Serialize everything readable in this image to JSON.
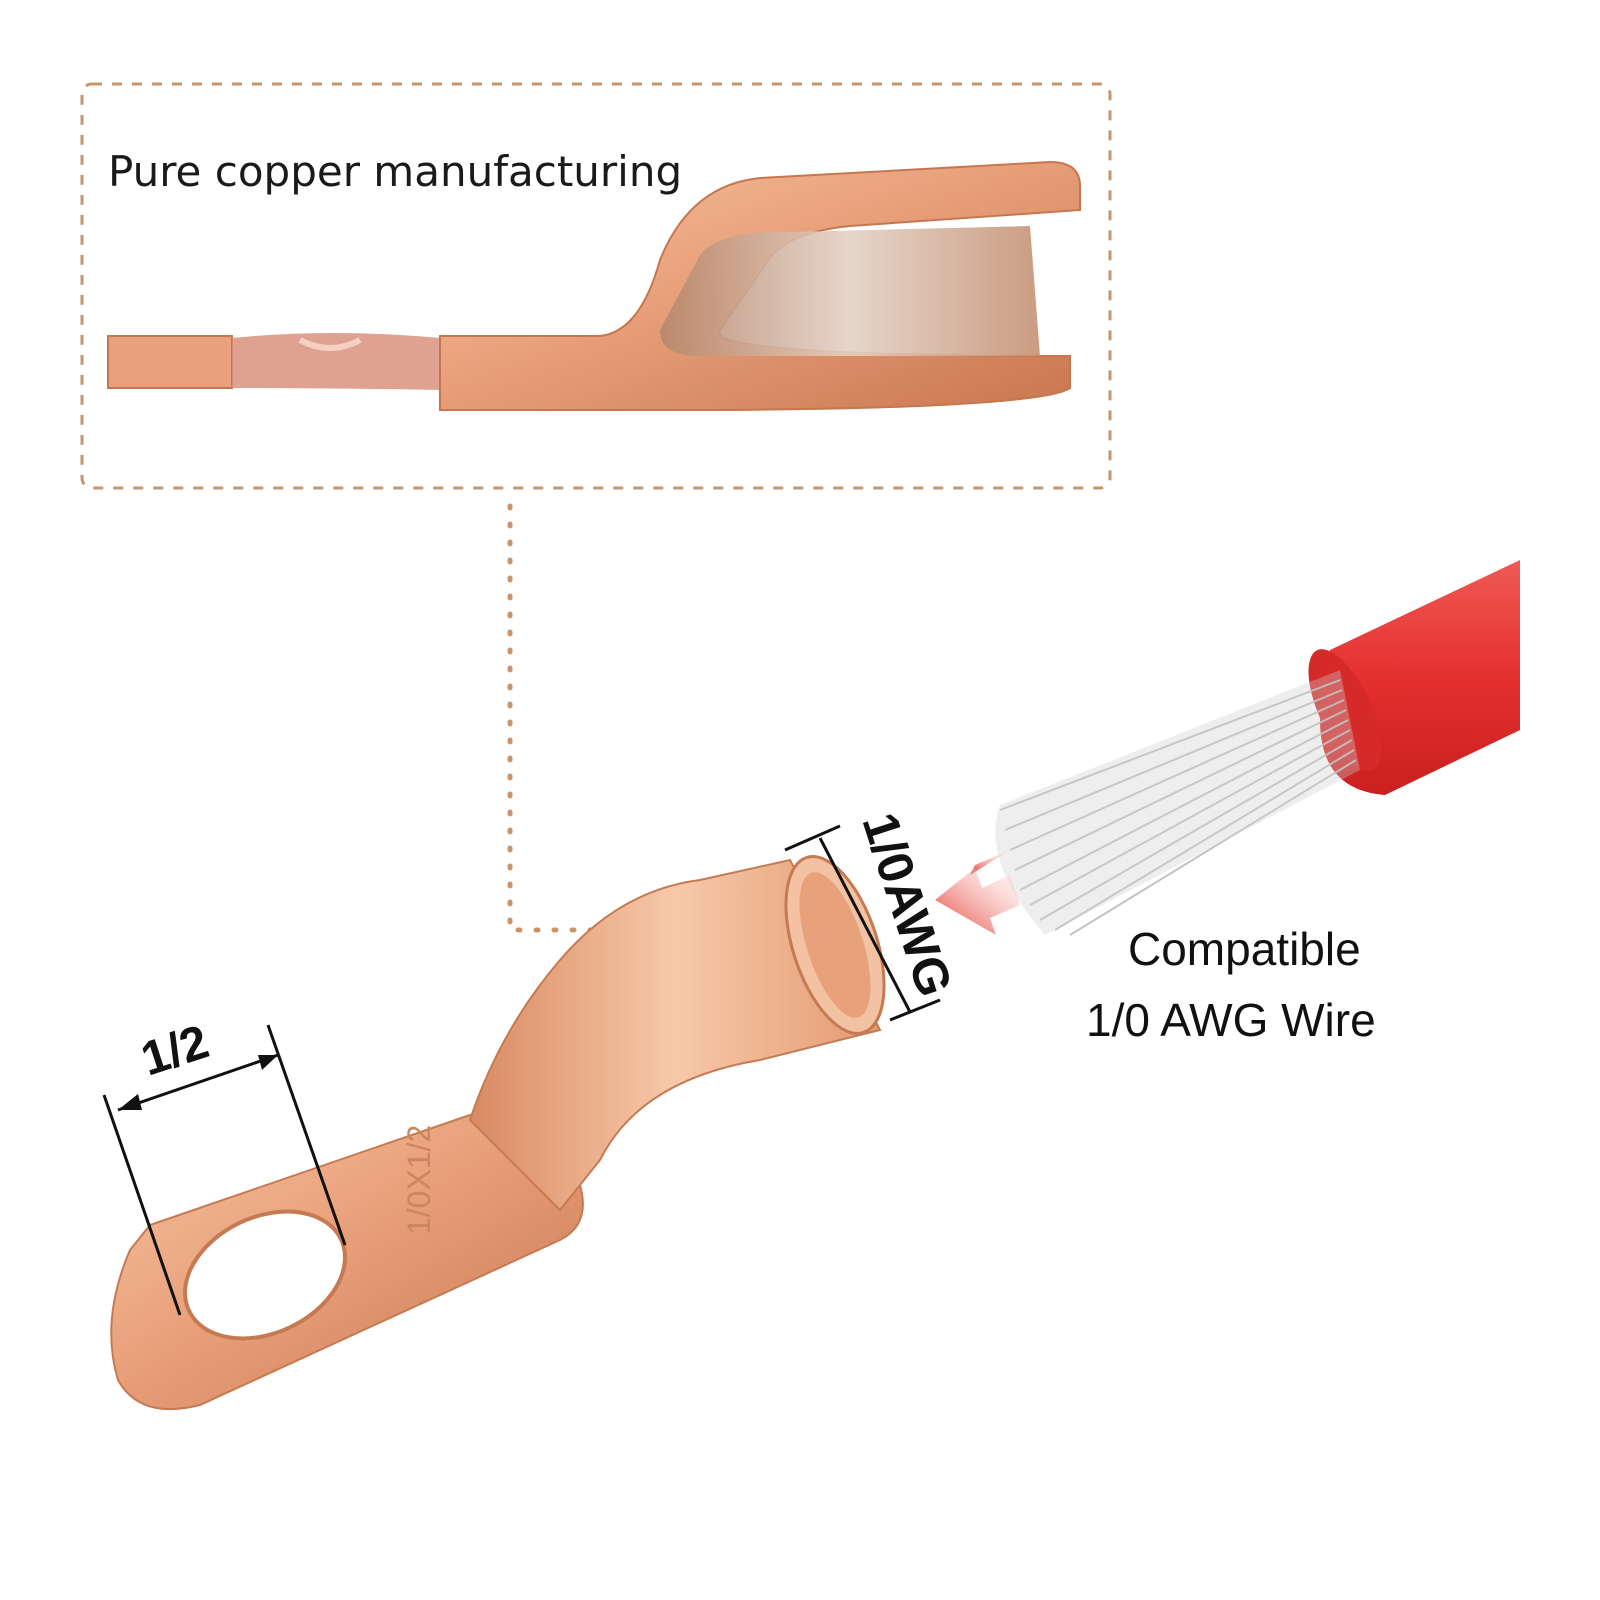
{
  "callout": {
    "title": "Pure copper manufacturing"
  },
  "dimensions": {
    "stud_size": "1/2",
    "wire_gauge": "1/0AWG",
    "lug_stamp": "1/0X1/2"
  },
  "compatibility": {
    "line1": "Compatible",
    "line2": "1/0 AWG Wire"
  },
  "colors": {
    "dotted_border": "#c8956a",
    "copper": "#e7a27c",
    "wire_insulation": "#e4302f",
    "wire_strands": "#c9c9c9",
    "arrow": "#e23b32"
  },
  "icons": {
    "insert_arrow": "arrow-left-icon"
  }
}
